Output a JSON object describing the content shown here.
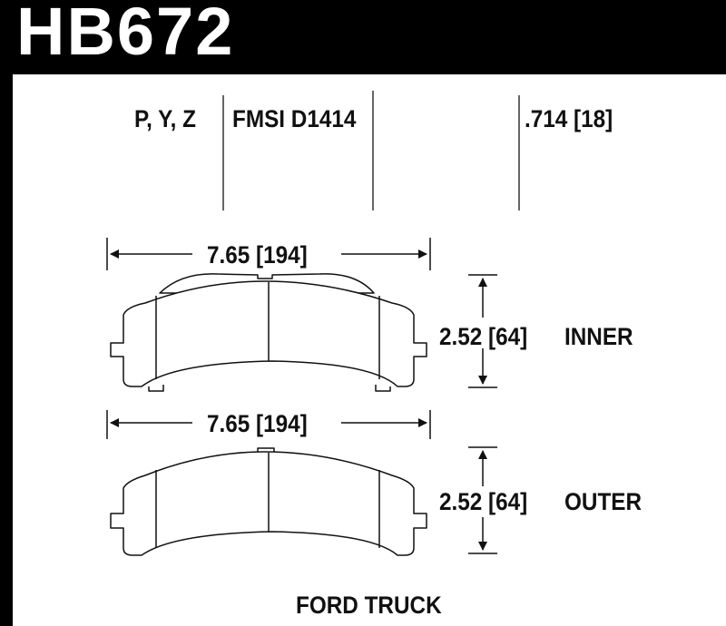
{
  "part_number": "HB672",
  "compounds": "P, Y, Z",
  "fmsi": "FMSI D1414",
  "thickness": ".714 [18]",
  "inner": {
    "width": "7.65 [194]",
    "height": "2.52 [64]",
    "label": "INNER"
  },
  "outer": {
    "width": "7.65 [194]",
    "height": "2.52 [64]",
    "label": "OUTER"
  },
  "application": "FORD TRUCK"
}
